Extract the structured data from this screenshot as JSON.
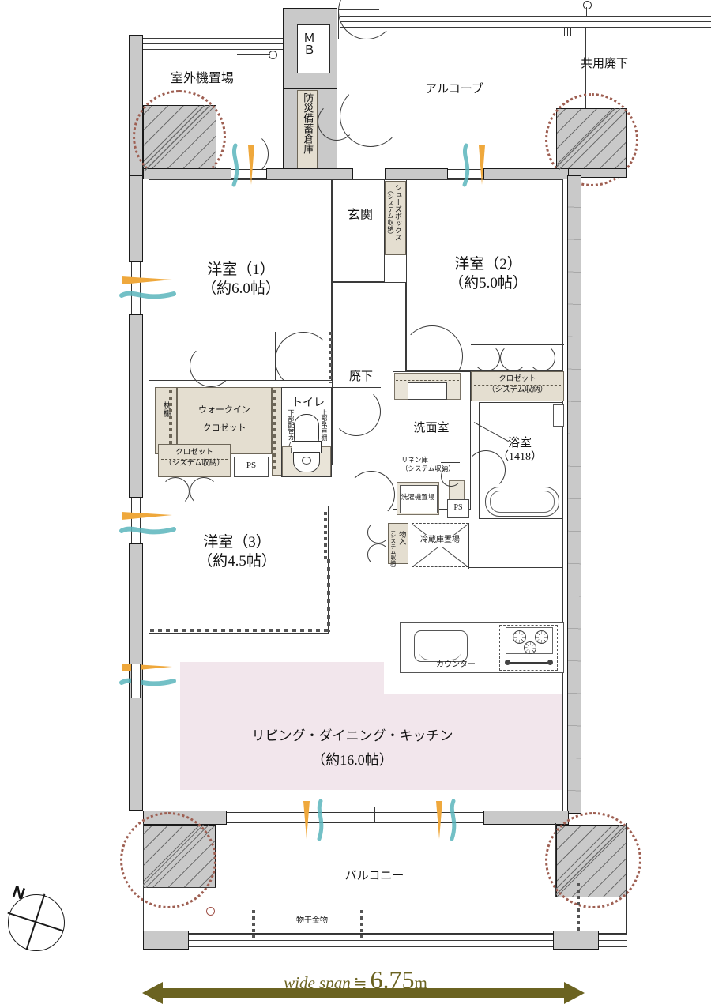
{
  "plan": {
    "title_note": "wide span",
    "compass_label": "N",
    "span": {
      "prefix": "wide span",
      "approx_symbol": "≒",
      "value": "6.75",
      "unit": "m",
      "color": "#6b6321"
    },
    "colors": {
      "wall_fill": "#c9c9c9",
      "wall_stroke": "#1a1a1a",
      "storage_fill": "#e4ded0",
      "ldk_fill": "#f2e6ec",
      "column_dot": "#9e5f52",
      "airflow_warm": "#efa83c",
      "airflow_cool": "#5bb5bc",
      "span_arrow": "#6b6321"
    },
    "rooms": [
      {
        "id": "washitsu-1",
        "name": "洋室（1）",
        "area": "（約6.0帖）"
      },
      {
        "id": "washitsu-2",
        "name": "洋室（2）",
        "area": "（約5.0帖）"
      },
      {
        "id": "washitsu-3",
        "name": "洋室（3）",
        "area": "（約4.5帖）"
      },
      {
        "id": "ldk",
        "name": "リビング・ダイニング・キッチン",
        "area": "（約16.0帖）"
      }
    ],
    "labels": {
      "outdoor_unit": "室外機置場",
      "mb": "ＭＢ",
      "disaster_storage": "防災備蓄倉庫",
      "alcove": "アルコーブ",
      "common_corridor": "共用廃下",
      "entrance": "玄関",
      "shoe_box": "シューズボックス",
      "shoe_box_sub": "（システム収納）",
      "corridor": "廃下",
      "walk_in": "ウォークイン",
      "walk_in_2": "クロゼット",
      "makura_dana": "枕棚",
      "closet": "クロゼット",
      "closet_sub": "（システム収納）",
      "ps": "PS",
      "toilet": "トイレ",
      "lower_pipe_cover": "下部配管カバー",
      "upper_cabinet": "上部吊戸棚",
      "washroom": "洗面室",
      "linen": "リネン庫",
      "linen_sub": "（システム収納）",
      "washer_place": "洗濯機置場",
      "bath": "浴室",
      "bath_size": "（1418）",
      "mono_ire": "物入",
      "mono_ire_sub": "（システム収納）",
      "fridge_place": "冷蔵庫置場",
      "counter": "カウンター",
      "balcony": "バルコニー",
      "drying_hardware": "物干金物"
    }
  }
}
